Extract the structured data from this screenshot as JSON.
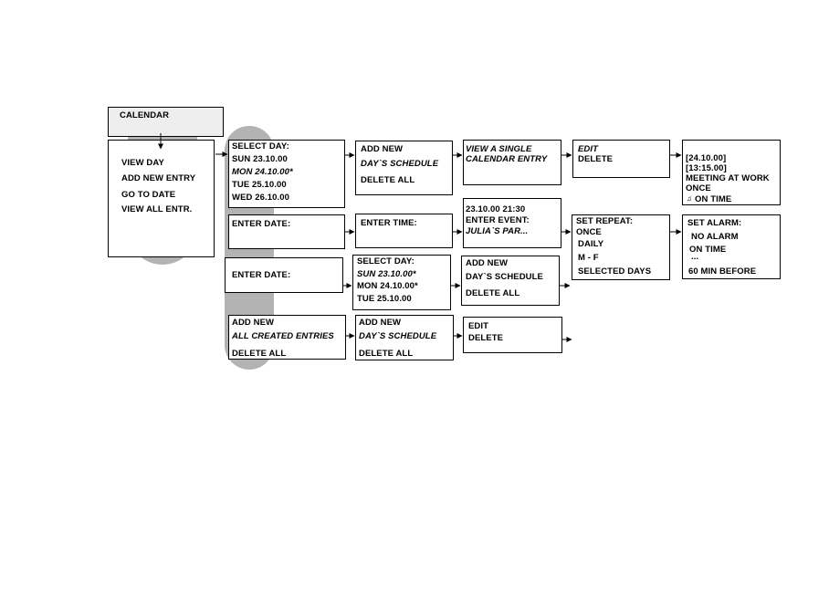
{
  "calendar": {
    "header": "CALENDAR",
    "menu": [
      "VIEW DAY",
      "ADD NEW ENTRY",
      "GO TO DATE",
      "VIEW ALL ENTR."
    ]
  },
  "row1": {
    "select_day": [
      "SELECT DAY:",
      "SUN 23.10.00",
      "MON 24.10.00*",
      "TUE 25.10.00",
      "WED 26.10.00"
    ],
    "add_new": [
      "ADD NEW",
      "DAY`S SCHEDULE",
      "DELETE ALL"
    ],
    "view_single": [
      "VIEW A SINGLE",
      "CALENDAR ENTRY"
    ],
    "edit_delete": [
      "EDIT",
      "DELETE"
    ],
    "entry": [
      "[24.10.00]",
      "[13:15.00]",
      "MEETING AT WORK",
      "ONCE",
      "ON TIME"
    ],
    "bell_glyph": "♫"
  },
  "row2": {
    "enter_date": "ENTER DATE:",
    "enter_time": "ENTER TIME:",
    "event": [
      "23.10.00  21:30",
      "ENTER EVENT:",
      "JULIA`S PAR..."
    ],
    "repeat": [
      "SET REPEAT:",
      "ONCE",
      "DAILY",
      "M - F",
      "SELECTED DAYS"
    ],
    "alarm": [
      "SET ALARM:",
      "NO ALARM",
      "ON TIME",
      "...",
      "60 MIN BEFORE"
    ]
  },
  "row3": {
    "enter_date": "ENTER DATE:",
    "select_day": [
      "SELECT DAY:",
      "SUN 23.10.00*",
      "MON 24.10.00*",
      "TUE 25.10.00"
    ],
    "add_new": [
      "ADD NEW",
      "DAY`S SCHEDULE",
      "DELETE ALL"
    ]
  },
  "row4": {
    "all_entries": [
      "ADD NEW",
      "ALL CREATED ENTRIES",
      "DELETE ALL"
    ],
    "add_new": [
      "ADD NEW",
      "DAY`S SCHEDULE",
      "DELETE ALL"
    ],
    "edit_delete": [
      "EDIT",
      "DELETE"
    ]
  },
  "colors": {
    "shade": "#b3b3b3",
    "header_fill": "#eeeeee"
  }
}
